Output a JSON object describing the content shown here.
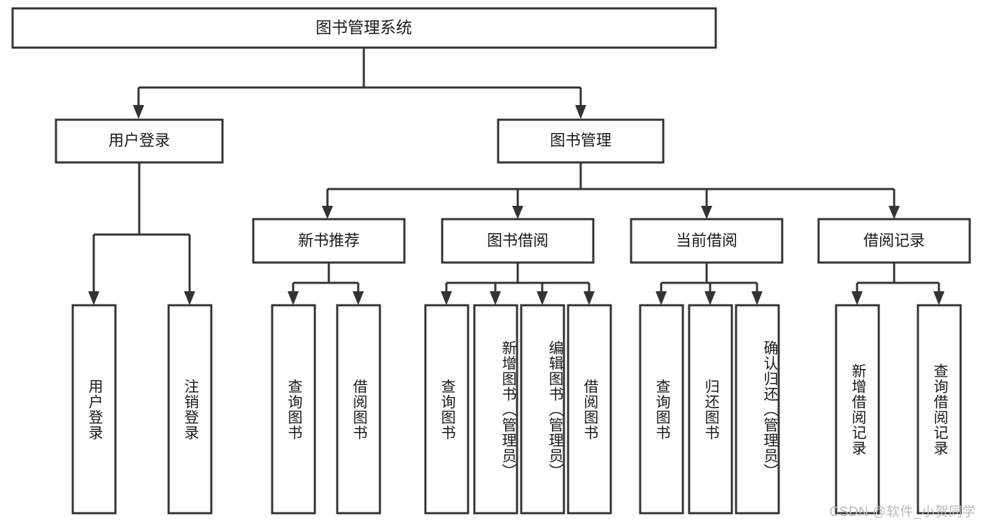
{
  "diagram": {
    "type": "tree",
    "title": "图书管理系统",
    "watermark": "CSDN @软件_小贺同学",
    "root": {
      "label": "图书管理系统"
    },
    "level2": [
      {
        "id": "user-login",
        "label": "用户登录"
      },
      {
        "id": "book-manage",
        "label": "图书管理"
      }
    ],
    "level3": [
      {
        "id": "new-book-recommend",
        "label": "新书推荐",
        "parent": "book-manage"
      },
      {
        "id": "book-borrow",
        "label": "图书借阅",
        "parent": "book-manage"
      },
      {
        "id": "current-borrow",
        "label": "当前借阅",
        "parent": "book-manage"
      },
      {
        "id": "borrow-record",
        "label": "借阅记录",
        "parent": "book-manage"
      }
    ],
    "leaves": [
      {
        "id": "leaf-user-login",
        "label": "用户登录",
        "parent": "user-login"
      },
      {
        "id": "leaf-user-logout",
        "label": "注销登录",
        "parent": "user-login"
      },
      {
        "id": "leaf-query-book-1",
        "label": "查询图书",
        "parent": "new-book-recommend"
      },
      {
        "id": "leaf-borrow-book-1",
        "label": "借阅图书",
        "parent": "new-book-recommend"
      },
      {
        "id": "leaf-query-book-2",
        "label": "查询图书",
        "parent": "book-borrow"
      },
      {
        "id": "leaf-add-book",
        "label": "新增图书（管理员）",
        "parent": "book-borrow"
      },
      {
        "id": "leaf-edit-book",
        "label": "编辑图书（管理员）",
        "parent": "book-borrow"
      },
      {
        "id": "leaf-borrow-book-2",
        "label": "借阅图书",
        "parent": "book-borrow"
      },
      {
        "id": "leaf-query-book-3",
        "label": "查询图书",
        "parent": "current-borrow"
      },
      {
        "id": "leaf-return-book",
        "label": "归还图书",
        "parent": "current-borrow"
      },
      {
        "id": "leaf-confirm-return",
        "label": "确认归还（管理员）",
        "parent": "current-borrow"
      },
      {
        "id": "leaf-add-record",
        "label": "新增借阅记录",
        "parent": "borrow-record"
      },
      {
        "id": "leaf-query-record",
        "label": "查询借阅记录",
        "parent": "borrow-record"
      }
    ],
    "colors": {
      "stroke": "#333333",
      "fill": "#ffffff",
      "text": "#1a1a1a",
      "watermark": "#b9b9b9",
      "background": "#ffffff"
    }
  }
}
